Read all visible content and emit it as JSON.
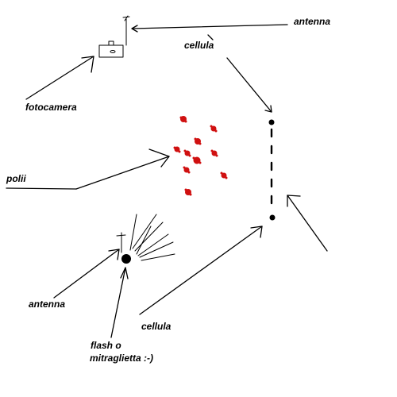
{
  "labels": {
    "antenna_top": "antenna",
    "cellula_top": "cellula",
    "fotocamera": "fotocamera",
    "polii": "polii",
    "antenna_bottom": "antenna",
    "cellula_bottom": "cellula",
    "flash_line1": "flash o",
    "flash_line2": "mitraglietta :-)"
  },
  "colors": {
    "ink": "#000000",
    "polyp_dots": "#d01010",
    "background": "#ffffff"
  },
  "icons": {
    "camera": "camera-icon",
    "antenna": "antenna-icon",
    "flash": "flash-burst-icon"
  }
}
